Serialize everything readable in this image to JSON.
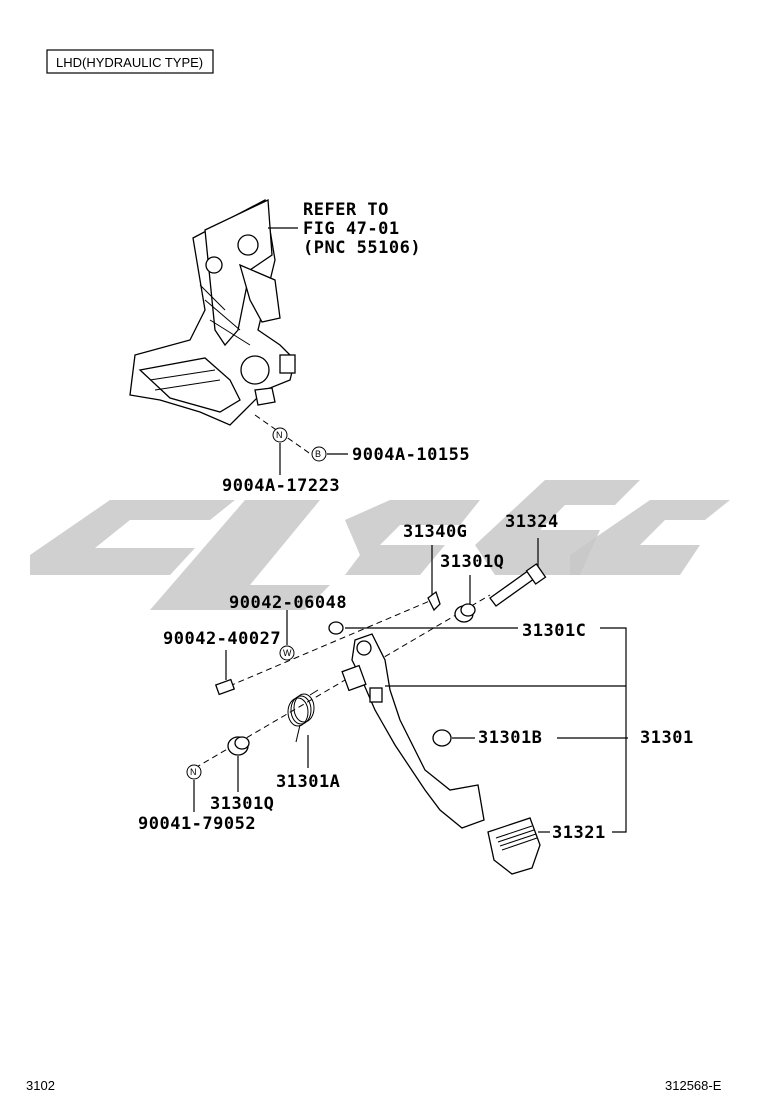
{
  "header": {
    "box_label": "LHD(HYDRAULIC TYPE)"
  },
  "refer": {
    "line1": "REFER TO",
    "line2": "FIG 47-01",
    "line3": "(PNC 55106)"
  },
  "callouts": {
    "nut": "9004A-17223",
    "bolt": "9004A-10155",
    "bushing_upper_a": "31340G",
    "pin": "31324",
    "collar_upper": "31301Q",
    "washer_upper": "90042-06048",
    "bolt_small": "90042-40027",
    "bush_c": "31301C",
    "stopper": "31301B",
    "pedal_assy": "31301",
    "spring": "31301A",
    "collar_lower": "31301Q",
    "nut_lower": "90041-79052",
    "pad": "31321"
  },
  "markers": {
    "n1": "N",
    "b1": "B",
    "w1": "W",
    "n2": "N"
  },
  "footer": {
    "left": "3102",
    "right": "312568-E"
  }
}
